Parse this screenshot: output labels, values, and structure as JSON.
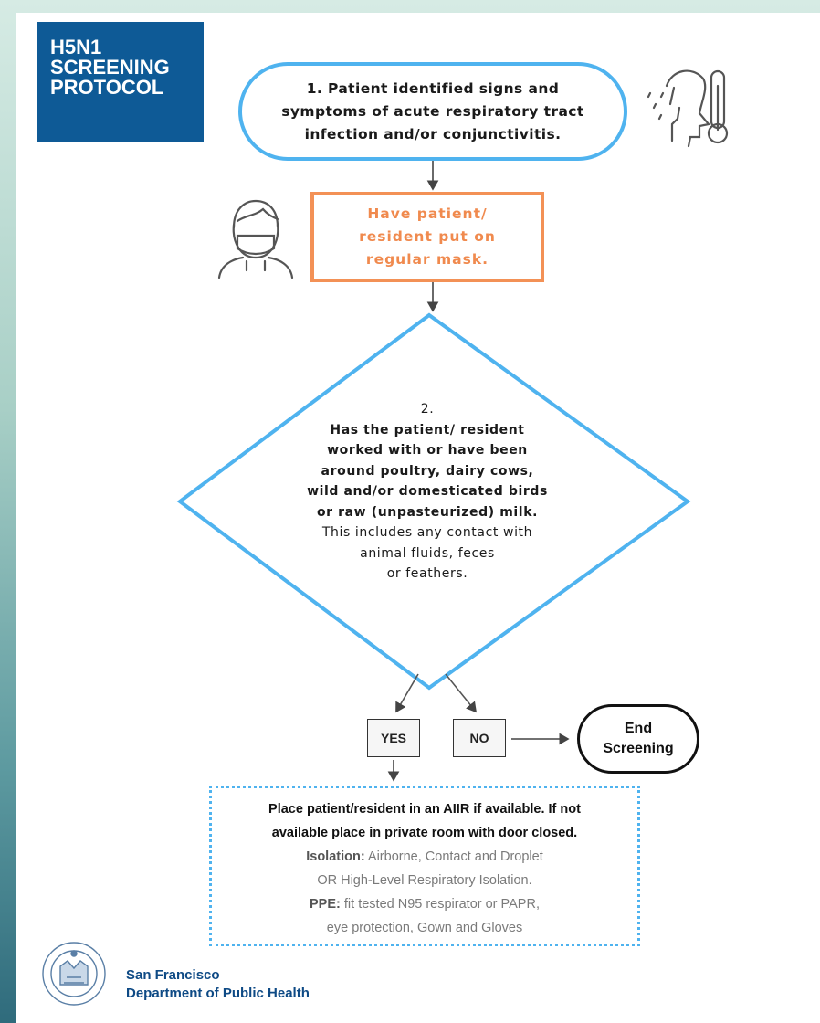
{
  "title": {
    "line1": "H5N1",
    "line2": "SCREENING",
    "line3": "PROTOCOL"
  },
  "step1": {
    "line1": "1. Patient identified signs and",
    "line2": "symptoms of acute respiratory tract",
    "line3": "infection and/or conjunctivitis."
  },
  "mask_step": {
    "line1": "Have patient/",
    "line2": "resident put on",
    "line3": "regular mask."
  },
  "question": {
    "number": "2.",
    "bold_lines": [
      "Has the patient/ resident",
      "worked with or have been",
      "around poultry, dairy cows,",
      "wild and/or domesticated birds",
      "or raw (unpasteurized) milk."
    ],
    "normal_lines": [
      "This includes any contact with",
      "animal fluids, feces",
      "or feathers."
    ]
  },
  "yes_label": "YES",
  "no_label": "NO",
  "end": {
    "line1": "End",
    "line2": "Screening"
  },
  "isolation": {
    "main_line1": "Place patient/resident in an AIIR if available. If not",
    "main_line2": "available place in private room with door closed.",
    "isolation_label": "Isolation:",
    "isolation_text1": " Airborne, Contact and Droplet",
    "isolation_text2": "OR High-Level Respiratory Isolation.",
    "ppe_label": "PPE:",
    "ppe_text1": " fit tested N95 respirator or PAPR,",
    "ppe_text2": "eye protection, Gown and Gloves"
  },
  "org": {
    "line1": "San Francisco",
    "line2": "Department of Public Health"
  },
  "icons": {
    "symptom": "sick-face-thermometer-icon",
    "masked_person": "masked-person-icon",
    "seal": "city-seal-logo"
  },
  "colors": {
    "title_bg": "#0e5a96",
    "blue_outline": "#4fb3ef",
    "orange": "#f39156",
    "org_text": "#0e4a85"
  }
}
